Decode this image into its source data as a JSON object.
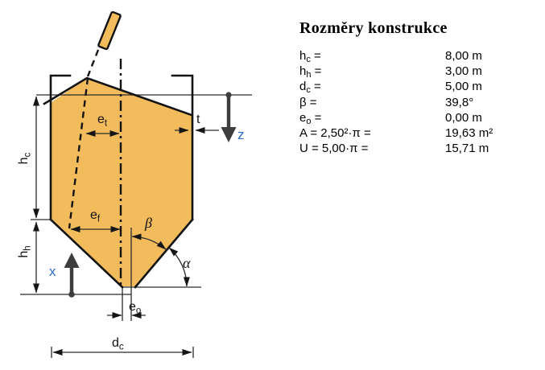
{
  "panel": {
    "title": "Rozměry konstrukce",
    "rows": [
      {
        "base": "h",
        "sub": "c",
        "tail": " =",
        "value": "8,00 m"
      },
      {
        "base": "h",
        "sub": "h",
        "tail": " =",
        "value": "3,00 m"
      },
      {
        "base": "d",
        "sub": "c",
        "tail": " =",
        "value": "5,00 m"
      },
      {
        "base": "β",
        "sub": "",
        "tail": " =",
        "value": "39,8°"
      },
      {
        "base": "e",
        "sub": "o",
        "tail": " =",
        "value": "0,00 m"
      },
      {
        "base": "A = 2,50²·π",
        "sub": "",
        "tail": " =",
        "value": "19,63 m²"
      },
      {
        "base": "U = 5,00·π",
        "sub": "",
        "tail": " =",
        "value": "15,71 m"
      }
    ]
  },
  "diagram": {
    "labels": {
      "hc": {
        "base": "h",
        "sub": "c"
      },
      "hh": {
        "base": "h",
        "sub": "h"
      },
      "et": {
        "base": "e",
        "sub": "t"
      },
      "ef": {
        "base": "e",
        "sub": "f"
      },
      "eo": {
        "base": "e",
        "sub": "o"
      },
      "dc": {
        "base": "d",
        "sub": "c"
      },
      "t": "t",
      "alpha": "α",
      "beta": "β",
      "x_axis": "x",
      "z_axis": "z"
    },
    "colors": {
      "material_fill": "#F2BC5C",
      "outline": "#131313",
      "dim_line": "#2b2b2b",
      "axis_arrow": "#3D3D3D",
      "axis_label_blue": "#2A6CC8"
    }
  }
}
